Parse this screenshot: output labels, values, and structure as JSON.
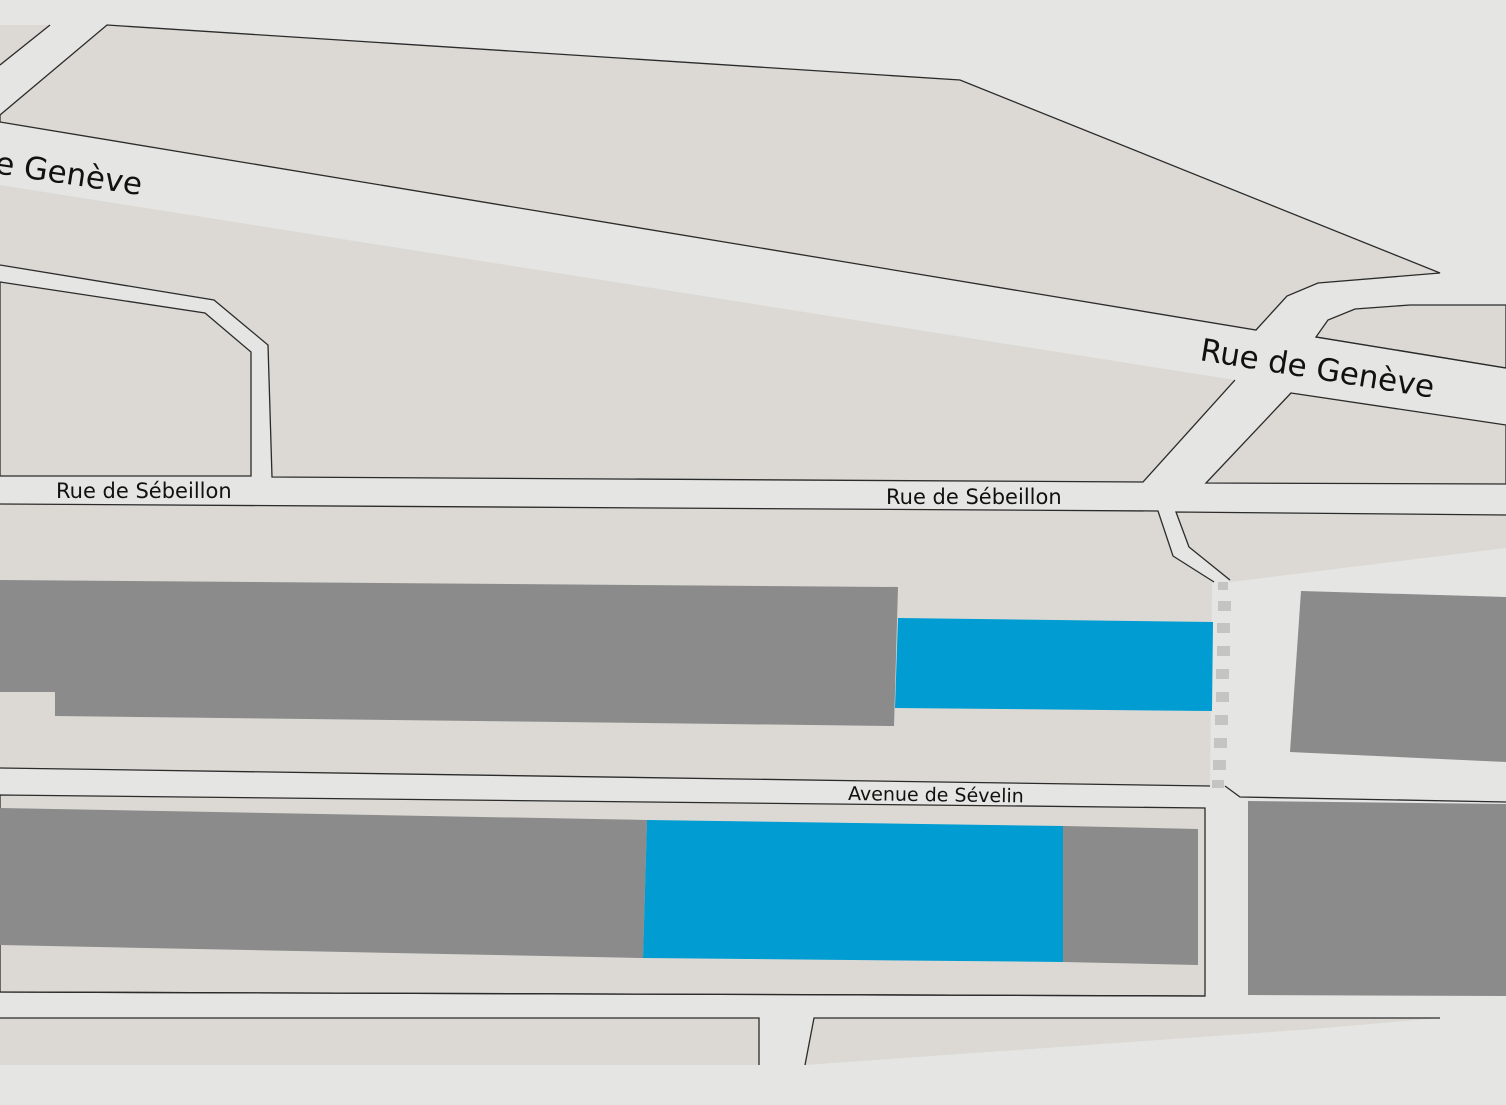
{
  "colors": {
    "background": "#e5e5e4",
    "block": "#dcd9d4",
    "building": "#8a8b8a",
    "highlight": "#009cd2",
    "outline": "#2b2b2b",
    "crosswalk": "#c4c4c2"
  },
  "streets": {
    "rue_de_geneve_left": "e Genève",
    "rue_de_geneve_right": "Rue de Genève",
    "rue_de_sebeillon_left": "Rue de Sébeillon",
    "rue_de_sebeillon_right": "Rue de Sébeillon",
    "avenue_de_sevelin": "Avenue de Sévelin"
  },
  "legend_icons": {
    "highlighted_building": "highlight-building"
  }
}
